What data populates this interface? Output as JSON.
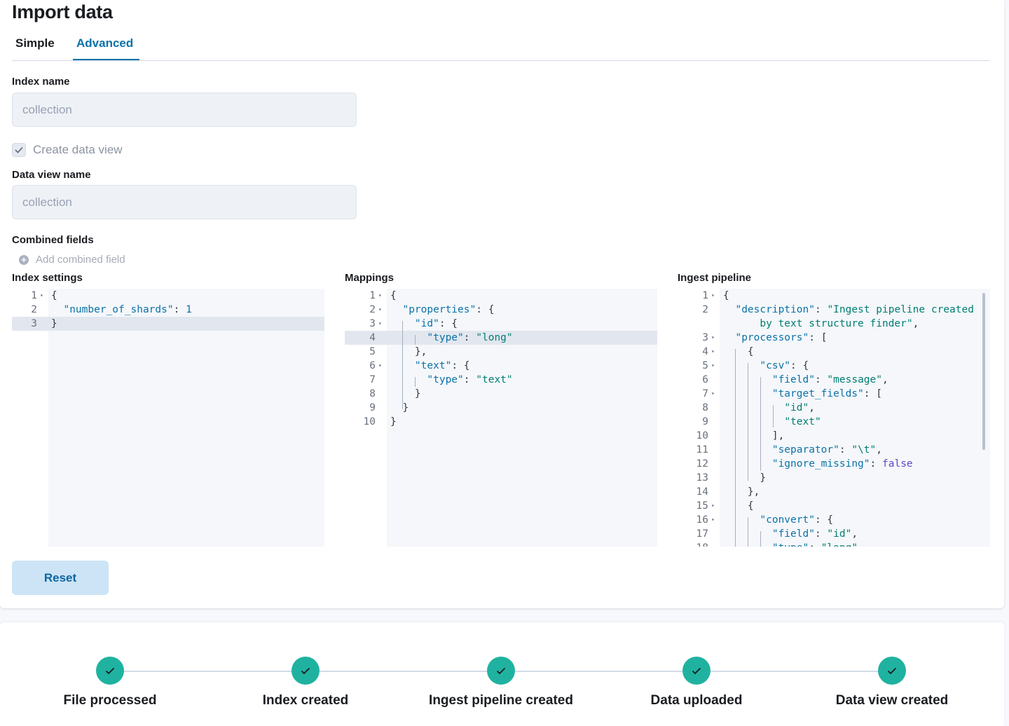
{
  "page": {
    "title": "Import data"
  },
  "tabs": [
    {
      "label": "Simple"
    },
    {
      "label": "Advanced"
    }
  ],
  "index_name": {
    "label": "Index name",
    "value": "collection"
  },
  "create_data_view": {
    "label": "Create data view",
    "checked": true
  },
  "data_view_name": {
    "label": "Data view name",
    "value": "collection"
  },
  "combined_fields": {
    "label": "Combined fields",
    "add_label": "Add combined field"
  },
  "editors": {
    "index_settings": {
      "label": "Index settings"
    },
    "mappings": {
      "label": "Mappings"
    },
    "ingest_pipeline": {
      "label": "Ingest pipeline"
    }
  },
  "reset_button": {
    "label": "Reset"
  },
  "steps": [
    {
      "label": "File processed",
      "status": "complete"
    },
    {
      "label": "Index created",
      "status": "complete"
    },
    {
      "label": "Ingest pipeline created",
      "status": "complete"
    },
    {
      "label": "Data uploaded",
      "status": "complete"
    },
    {
      "label": "Data view created",
      "status": "complete"
    }
  ],
  "colors": {
    "accent": "#0b72a8",
    "step_complete": "#20b2a0",
    "string": "#017d73",
    "boolean": "#5e48c9"
  },
  "icons": {
    "check": "check-icon",
    "plus": "plus-circle-icon",
    "fold": "fold-arrow-icon"
  }
}
